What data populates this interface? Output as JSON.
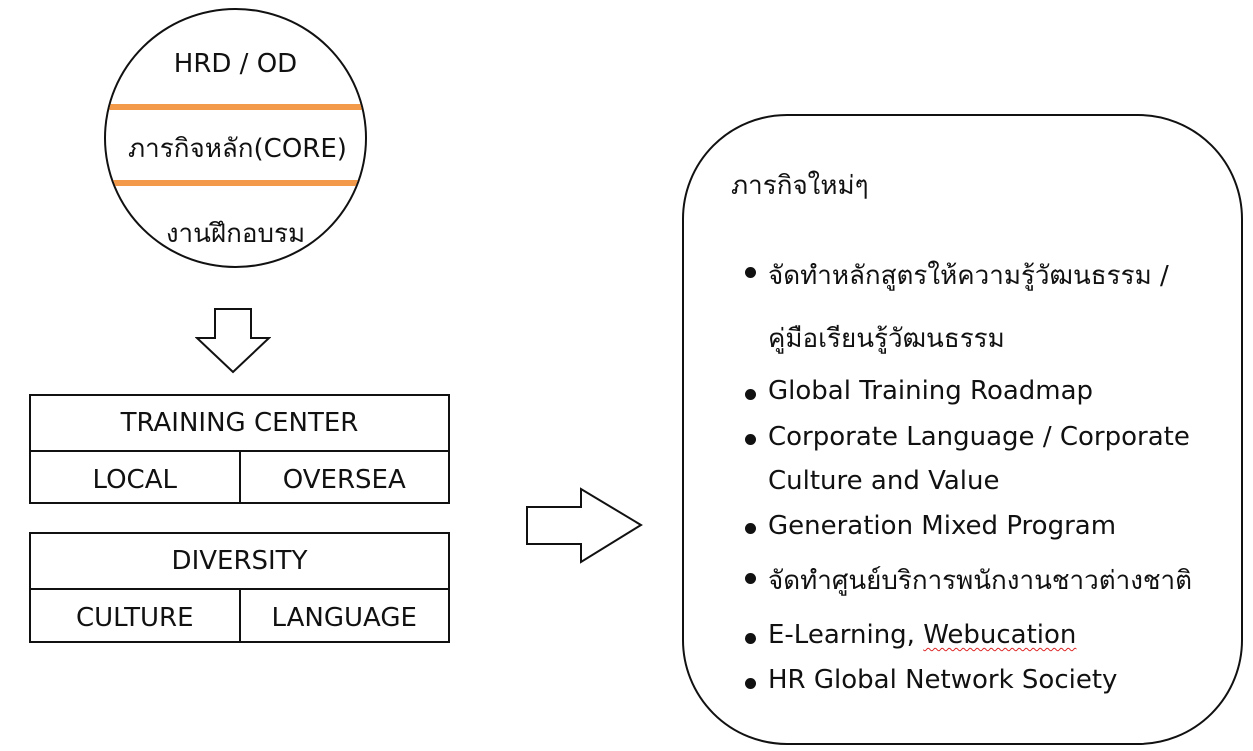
{
  "circle": {
    "top_label": "HRD / OD",
    "middle_label": "ภารกิจหลัก(CORE)",
    "bottom_label": "งานฝึกอบรม",
    "band_color": "#f39a4a"
  },
  "training_box": {
    "header": "TRAINING CENTER",
    "left": "LOCAL",
    "right": "OVERSEA"
  },
  "diversity_box": {
    "header": "DIVERSITY",
    "left": "CULTURE",
    "right": "LANGUAGE"
  },
  "new_missions": {
    "title": "ภารกิจใหม่ๆ",
    "item1_line1": "จัดทำหลักสูตรให้ความรู้วัฒนธรรม /",
    "item1_line2": "คู่มือเรียนรู้วัฒนธรรม",
    "item2": "Global Training Roadmap",
    "item3_line1": "Corporate Language / Corporate",
    "item3_line2": "Culture and Value",
    "item4": "Generation Mixed Program",
    "item5": "จัดทำศูนย์บริการพนักงานชาวต่างชาติ",
    "item6_prefix": "E-Learning, ",
    "item6_word": "Webucation",
    "item7": "HR Global Network Society"
  }
}
